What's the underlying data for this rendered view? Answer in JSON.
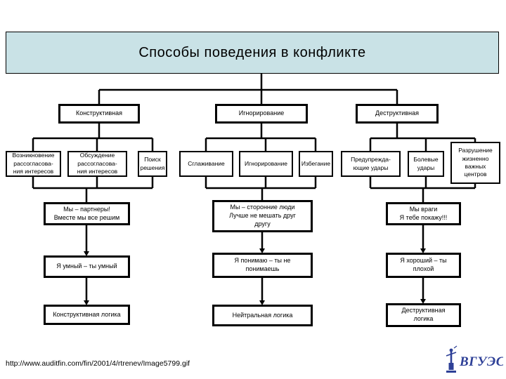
{
  "colors": {
    "title_bg": "#c9e2e6",
    "line": "#000000",
    "logo_blue": "#2e4097"
  },
  "title": "Способы поведения в конфликте",
  "branches": [
    {
      "label": "Конструктивная",
      "tactics": [
        "Возникновение\nрассогласова-\nния интересов",
        "Обсуждение\nрассогласова-\nния интересов",
        "Поиск\nрешения"
      ],
      "slogan": "Мы – партнеры!\nВместе мы все решим",
      "attitude": "Я умный – ты умный",
      "logic": "Конструктивная логика"
    },
    {
      "label": "Игнорирование",
      "tactics": [
        "Сглаживание",
        "Игнорирование",
        "Избегание"
      ],
      "slogan": "Мы – сторонние люди\nЛучше не мешать друг\nдругу",
      "attitude": "Я понимаю – ты не\nпонимаешь",
      "logic": "Нейтральная логика"
    },
    {
      "label": "Деструктивная",
      "tactics": [
        "Предупрежда-\nющие удары",
        "Болевые\nудары",
        "Разрушение\nжизненно\nважных\nцентров"
      ],
      "slogan": "Мы враги\nЯ тебе покажу!!!",
      "attitude": "Я хороший – ты\nплохой",
      "logic": "Деструктивная\nлогика"
    }
  ],
  "footer": {
    "source_url": "http://www.auditfin.com/fin/2001/4/rtrenev/Image5799.gif",
    "logo_text": "ВГУЭС"
  }
}
